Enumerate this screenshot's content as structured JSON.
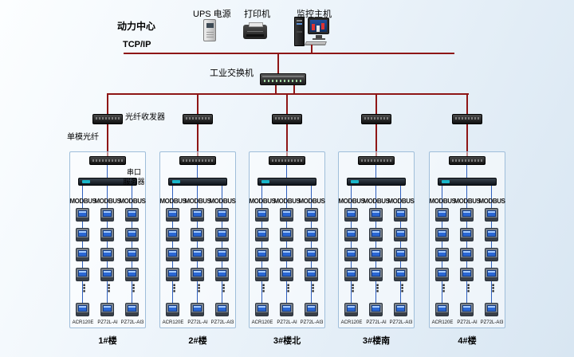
{
  "diagram_title": "动力中心",
  "header": {
    "devices": [
      {
        "label": "UPS 电源"
      },
      {
        "label": "打印机"
      },
      {
        "label": "监控主机"
      }
    ],
    "network_label": "TCP/IP",
    "switch_label": "工业交换机"
  },
  "annotations": {
    "fiber_transceiver": "光纤收发器",
    "single_mode_fiber": "单模光纤",
    "serial_server_line1": "串口",
    "serial_server_line2": "服务器"
  },
  "colors": {
    "backbone_line": "#8e1616",
    "field_line": "#2e5fbe"
  },
  "meters": {
    "visible_per_column": 5,
    "continuation_glyph": "⋮"
  },
  "groups": [
    {
      "name": "1#楼",
      "columns": [
        {
          "bus": "MODBUS",
          "model": "ACR120E"
        },
        {
          "bus": "MODBUS",
          "model": "PZ72L-AI"
        },
        {
          "bus": "MODBUS",
          "model": "PZ72L-AI3"
        }
      ]
    },
    {
      "name": "2#楼",
      "columns": [
        {
          "bus": "MODBUS",
          "model": "ACR120E"
        },
        {
          "bus": "MODBUS",
          "model": "PZ72L-AI"
        },
        {
          "bus": "MODBUS",
          "model": "PZ72L-AI3"
        }
      ]
    },
    {
      "name": "3#楼北",
      "columns": [
        {
          "bus": "MODBUS",
          "model": "ACR120E"
        },
        {
          "bus": "MODBUS",
          "model": "PZ72L-AI"
        },
        {
          "bus": "MODBUS",
          "model": "PZ72L-AI3"
        }
      ]
    },
    {
      "name": "3#楼南",
      "columns": [
        {
          "bus": "MODBUS",
          "model": "ACR120E"
        },
        {
          "bus": "MODBUS",
          "model": "PZ72L-AI"
        },
        {
          "bus": "MODBUS",
          "model": "PZ72L-AI3"
        }
      ]
    },
    {
      "name": "4#楼",
      "columns": [
        {
          "bus": "MODBUS",
          "model": "ACR120E"
        },
        {
          "bus": "MODBUS",
          "model": "PZ72L-AI"
        },
        {
          "bus": "MODBUS",
          "model": "PZ72L-AI3"
        }
      ]
    }
  ]
}
